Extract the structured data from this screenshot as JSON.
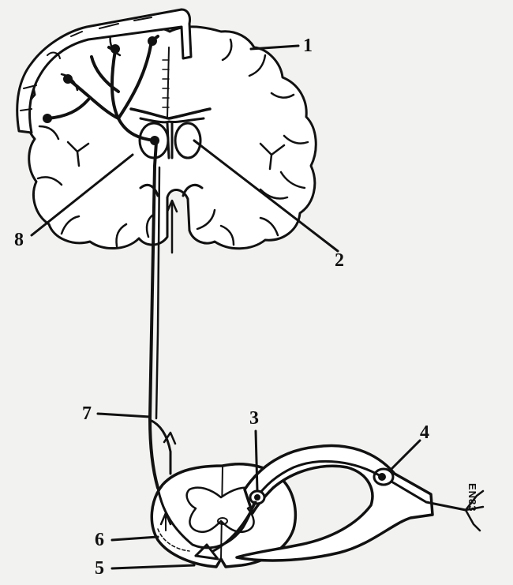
{
  "labels": {
    "l1": "1",
    "l2": "2",
    "l3": "3",
    "l4": "4",
    "l5": "5",
    "l6": "6",
    "l7": "7",
    "l8": "8"
  },
  "side_code": "EN83",
  "colors": {
    "background": "#f2f2f0",
    "ink": "#111111",
    "tissue": "#ffffff"
  }
}
